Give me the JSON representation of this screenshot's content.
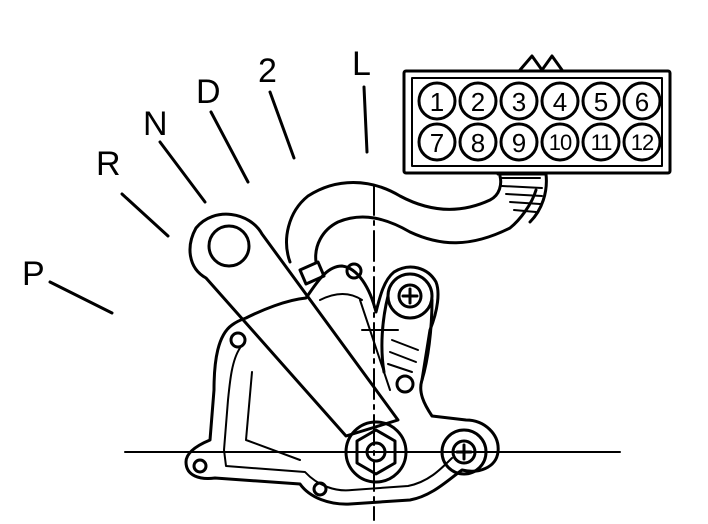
{
  "positions": [
    "P",
    "R",
    "N",
    "D",
    "2",
    "L"
  ],
  "connector_pins": [
    "1",
    "2",
    "3",
    "4",
    "5",
    "6",
    "7",
    "8",
    "9",
    "10",
    "11",
    "12"
  ]
}
